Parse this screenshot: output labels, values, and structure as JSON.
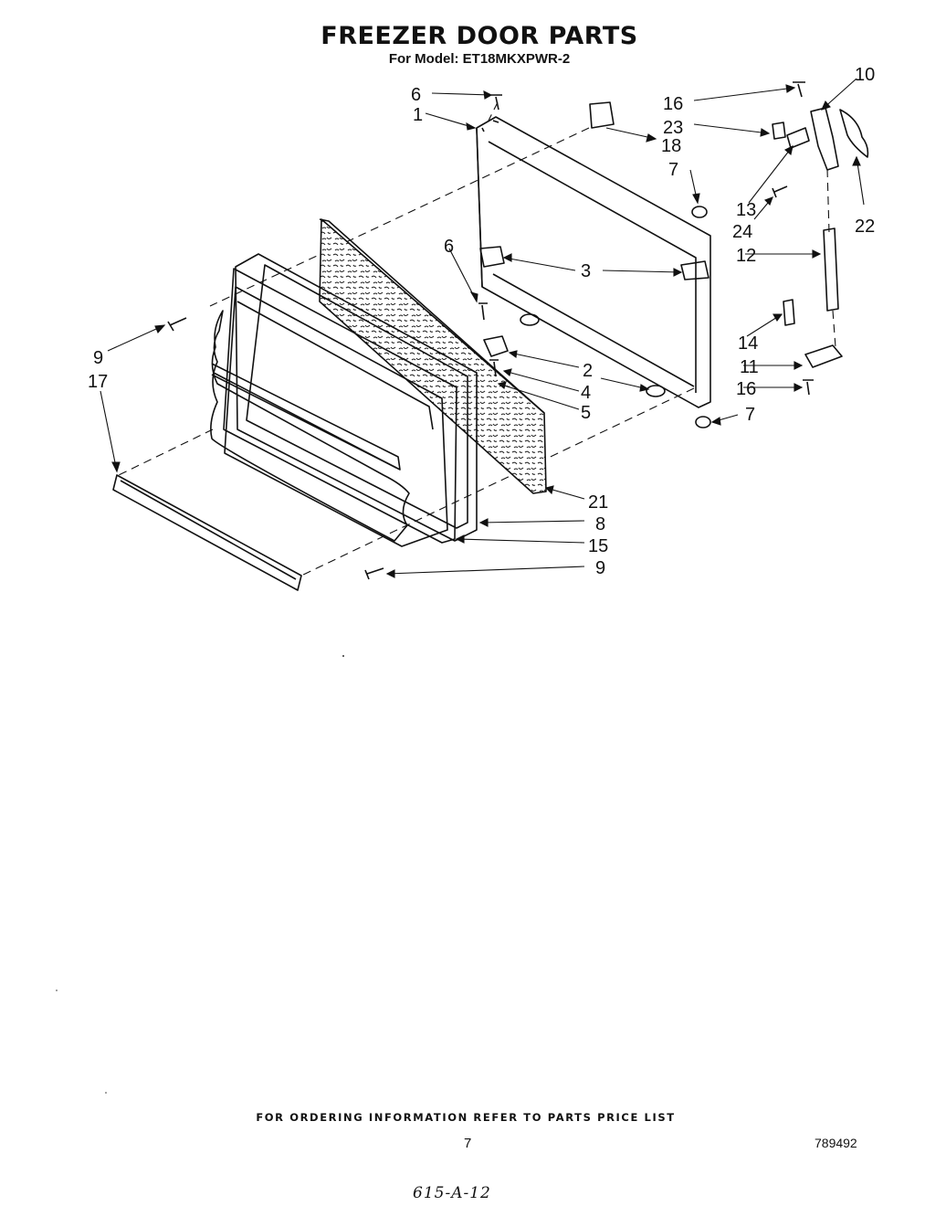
{
  "page": {
    "title": "FREEZER DOOR PARTS",
    "subtitle": "For Model: ET18MKXPWR-2",
    "footer_note": "FOR ORDERING INFORMATION REFER TO PARTS PRICE LIST",
    "page_number": "7",
    "document_number": "789492",
    "handwritten_note": "615-A-12"
  },
  "callouts": {
    "c1": "1",
    "c2": "2",
    "c3": "3",
    "c4": "4",
    "c5": "5",
    "c6a": "6",
    "c6b": "6",
    "c7a": "7",
    "c7b": "7",
    "c8": "8",
    "c9a": "9",
    "c9b": "9",
    "c10": "10",
    "c11": "11",
    "c12": "12",
    "c13": "13",
    "c14": "14",
    "c15": "15",
    "c16a": "16",
    "c16b": "16",
    "c17": "17",
    "c18": "18",
    "c21": "21",
    "c22": "22",
    "c23": "23",
    "c24": "24"
  }
}
